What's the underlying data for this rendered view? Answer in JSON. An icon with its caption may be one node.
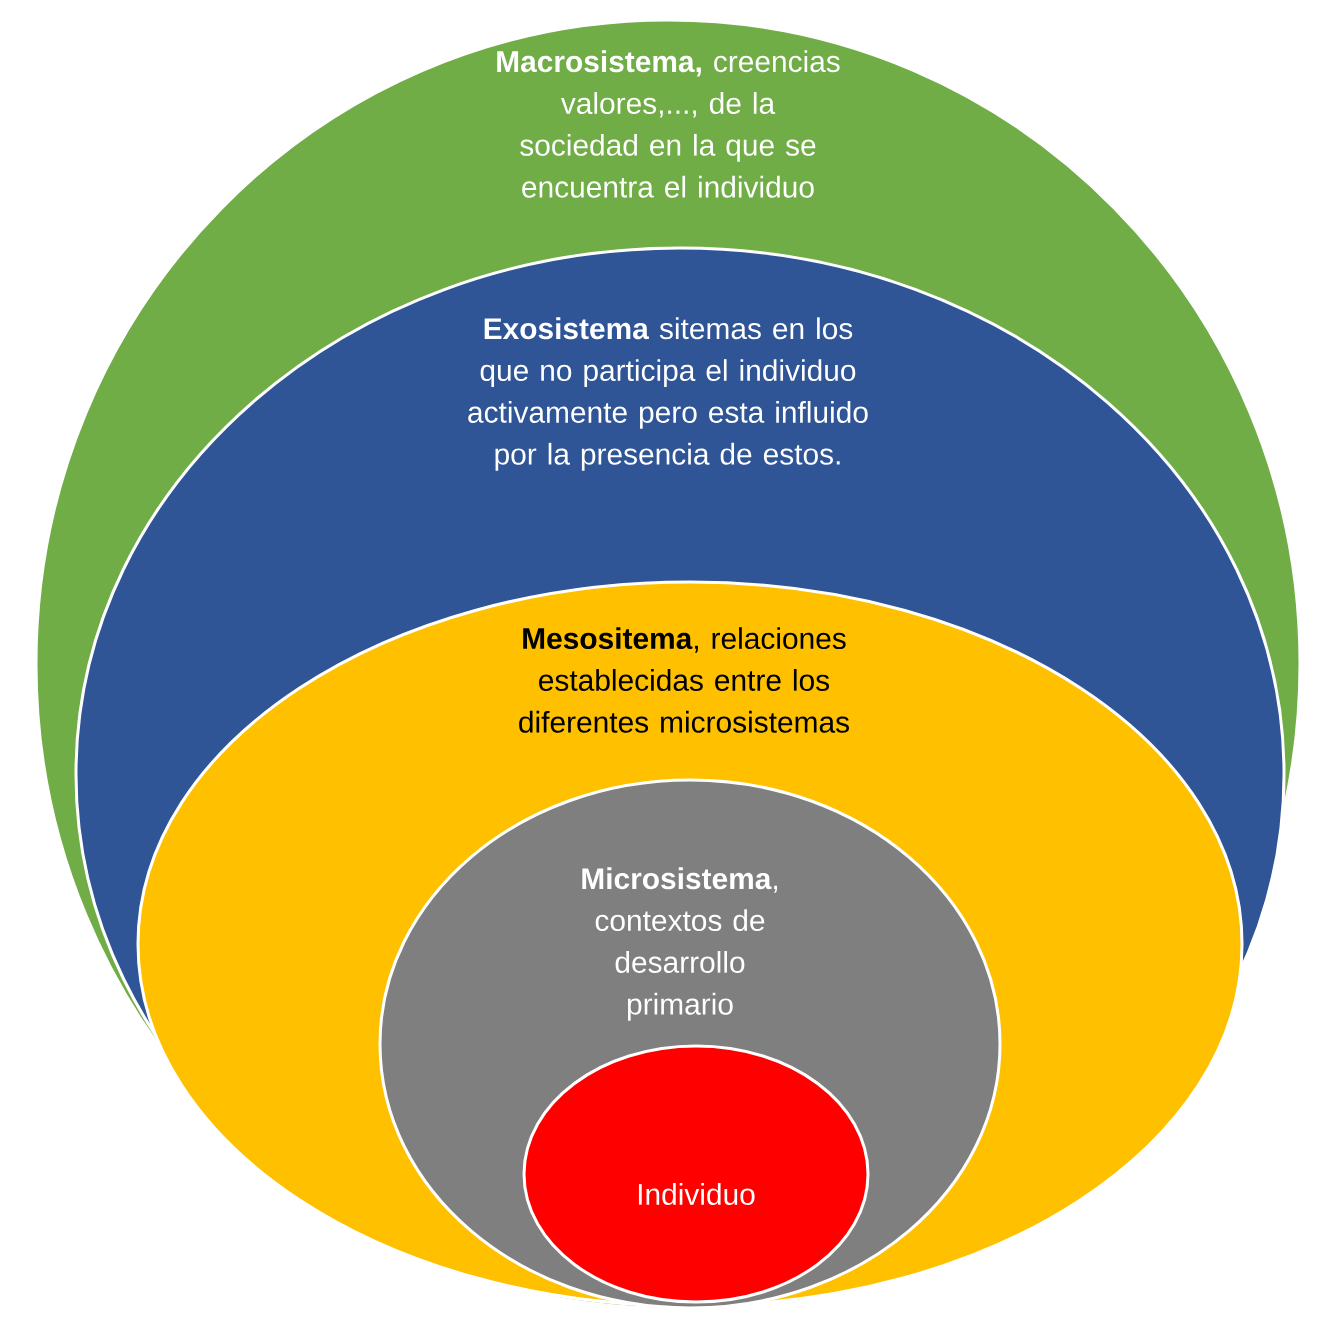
{
  "diagram": {
    "nodes": [
      {
        "text": [
          "**Macrosistema,** creencias valores,..., de la sociedad en la que se encuentra el individuo"
        ]
      },
      {
        "text": [
          "**Exosistema** sitemas en los que no participa el individuo activamente pero esta influido por la presencia de estos."
        ],
        "in": 0
      },
      {
        "text": [
          "**Mesositema**, relaciones establecidas entre los diferentes microsistemas"
        ],
        "in": 1
      },
      {
        "text": [
          "**Microsistema**, contextos de desarrollo primario"
        ],
        "in": 2
      },
      {
        "text": [
          "Individuo"
        ],
        "in": 3
      }
    ]
  }
}
